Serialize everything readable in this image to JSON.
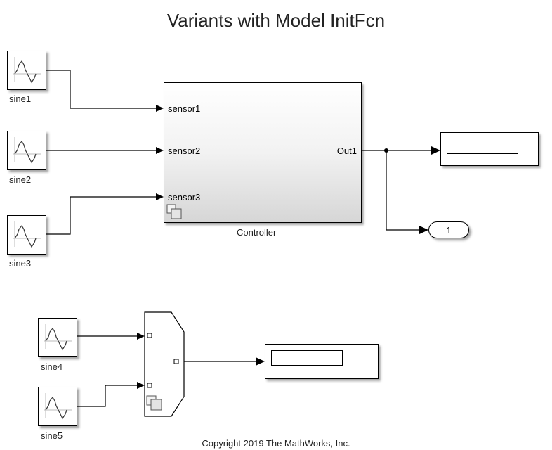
{
  "title": "Variants with Model InitFcn",
  "sources": [
    {
      "label": "sine1",
      "icon": "sine-wave-icon"
    },
    {
      "label": "sine2",
      "icon": "sine-wave-icon"
    },
    {
      "label": "sine3",
      "icon": "sine-wave-icon"
    },
    {
      "label": "sine4",
      "icon": "sine-wave-icon"
    },
    {
      "label": "sine5",
      "icon": "sine-wave-icon"
    }
  ],
  "controller": {
    "name": "Controller",
    "inputs": [
      "sensor1",
      "sensor2",
      "sensor3"
    ],
    "output": "Out1",
    "badge_icon": "model-reference-icon"
  },
  "outport": {
    "number": "1"
  },
  "copyright": "Copyright 2019 The MathWorks, Inc.",
  "colors": {
    "wire": "#000000",
    "block_border": "#000000",
    "background": "#ffffff"
  }
}
